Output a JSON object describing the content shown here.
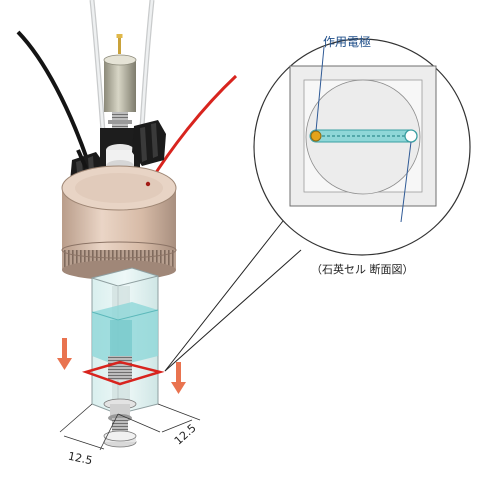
{
  "labels": {
    "working_electrode": "作用電極",
    "section_caption": "（石英セル 断面図）",
    "dim_left": "12.5",
    "dim_right": "12.5"
  },
  "colors": {
    "cap": "#dcc1ad",
    "knurl": "#a88f7f",
    "cuvette": "#c9eae8",
    "solution": "#8fd7d8",
    "red_wire": "#d8241e",
    "black_wire": "#141414",
    "white_wire": "#e2e4e5",
    "arrow": "#e9734f",
    "callout_line": "#333333",
    "electrode": "#e3a31a",
    "leader": "#2f5a96"
  }
}
